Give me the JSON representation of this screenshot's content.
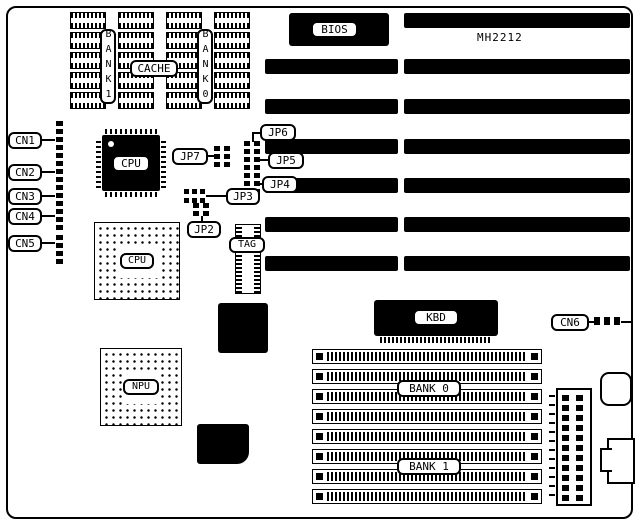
{
  "board_model": "MH2212",
  "chips": {
    "bios": "BIOS",
    "cache": "CACHE",
    "cache_bank1": "BANK1",
    "cache_bank0": "BANK0",
    "cpu_qfp": "CPU",
    "cpu_pga": "CPU",
    "npu": "NPU",
    "tag": "TAG",
    "kbd": "KBD"
  },
  "memory": {
    "bank0": "BANK 0",
    "bank1": "BANK 1"
  },
  "connectors": {
    "cn1": "CN1",
    "cn2": "CN2",
    "cn3": "CN3",
    "cn4": "CN4",
    "cn5": "CN5",
    "cn6": "CN6"
  },
  "jumpers": {
    "jp2": "JP2",
    "jp3": "JP3",
    "jp4": "JP4",
    "jp5": "JP5",
    "jp6": "JP6",
    "jp7": "JP7"
  }
}
